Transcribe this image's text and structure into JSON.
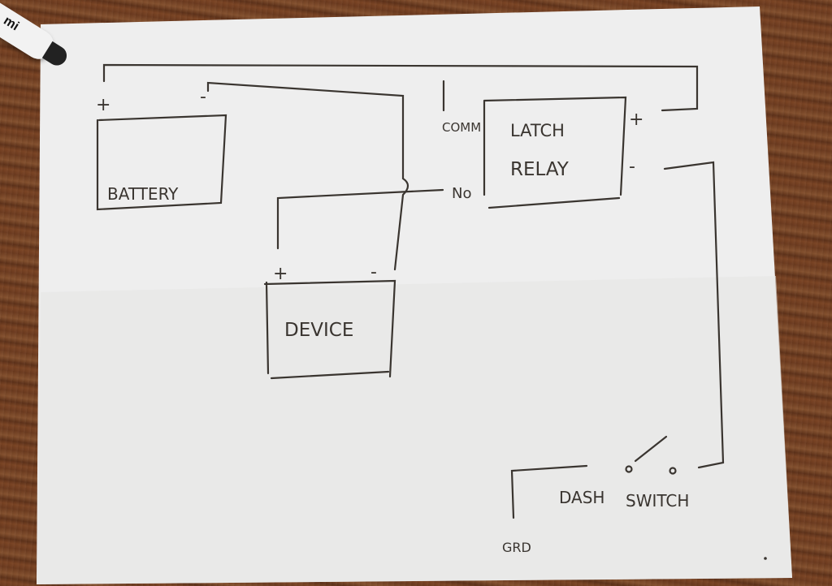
{
  "labels": {
    "battery": "BATTERY",
    "latch_line1": "LATCH",
    "latch_line2": "RELAY",
    "com": "COMM",
    "no": "No",
    "device": "DEVICE",
    "dash_switch_1": "DASH",
    "dash_switch_2": "SWITCH",
    "grd": "GRD",
    "plus": "+",
    "minus": "-",
    "marker_brand": "mi"
  },
  "colors": {
    "ink": "#3a3530",
    "paper": "#eeeeee",
    "wood": "#6b3a1f"
  }
}
